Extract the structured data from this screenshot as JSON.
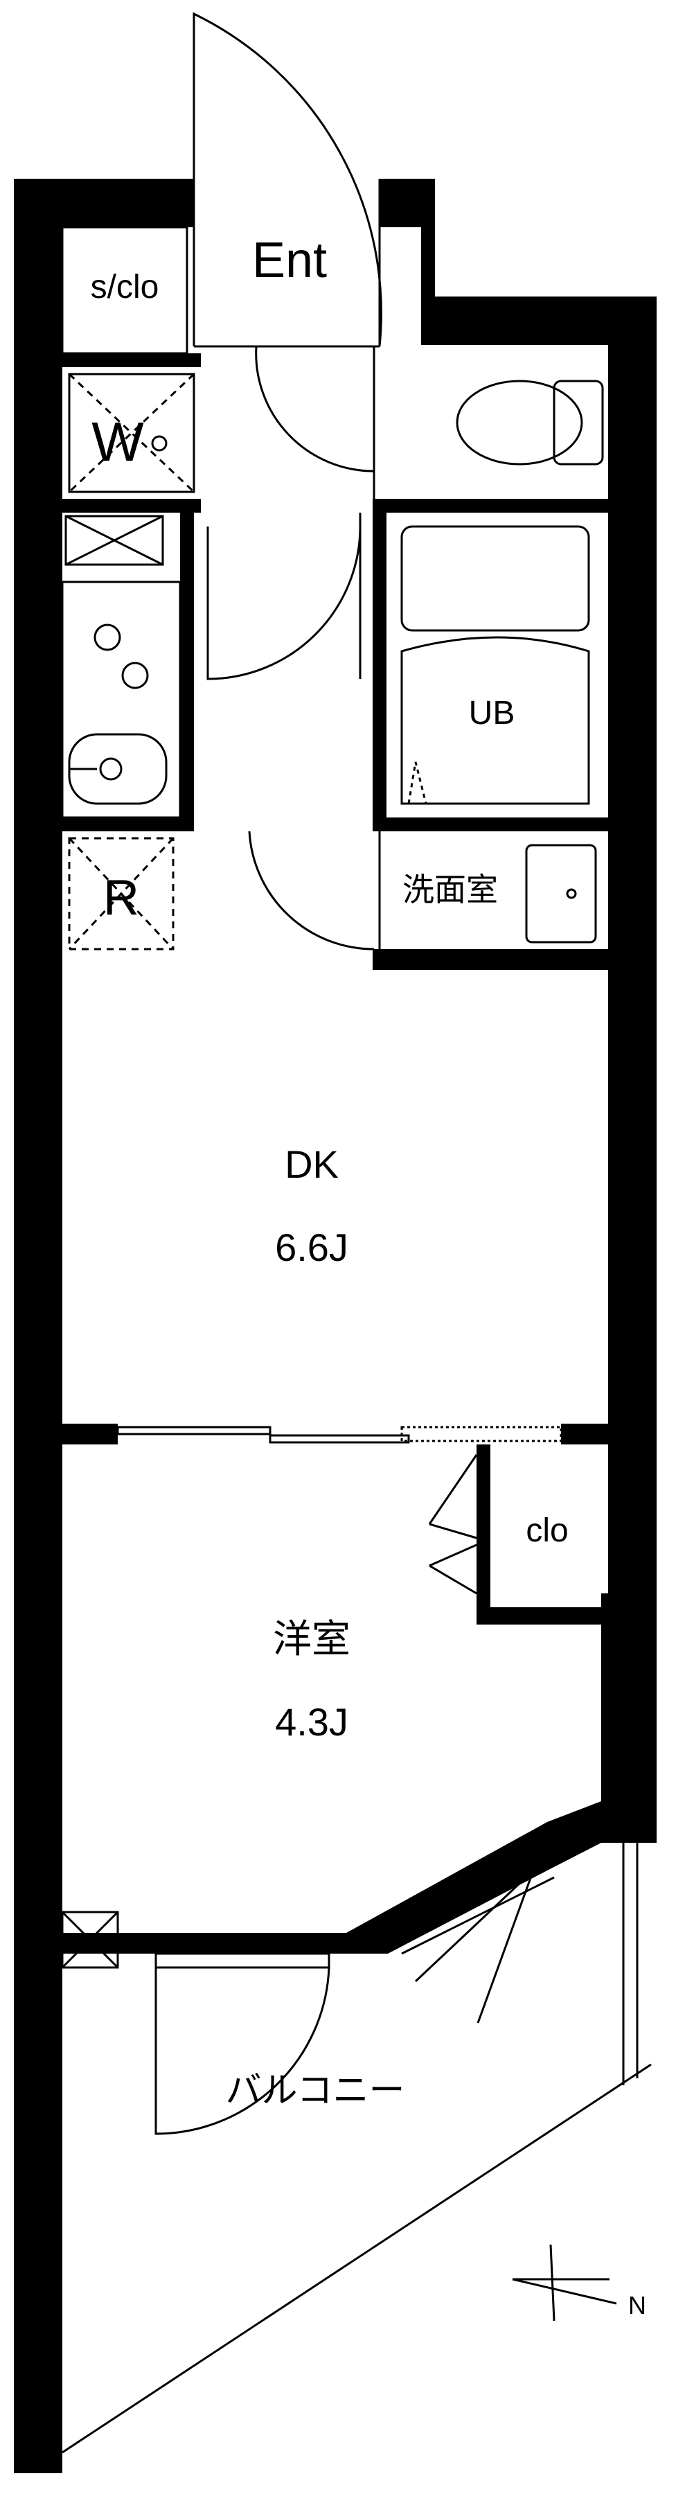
{
  "rooms": {
    "entrance": "Ent",
    "shoe_closet": "s/clo",
    "washer": "W",
    "bathroom": "UB",
    "washroom": "洗面室",
    "fridge": "R",
    "dk_name": "DK",
    "dk_size": "6.6J",
    "closet": "clo",
    "western_name": "洋室",
    "western_size": "4.3J",
    "balcony": "バルコニー"
  },
  "compass": {
    "north": "N"
  },
  "colors": {
    "wall": "#000000",
    "background": "#ffffff",
    "line": "#000000"
  }
}
